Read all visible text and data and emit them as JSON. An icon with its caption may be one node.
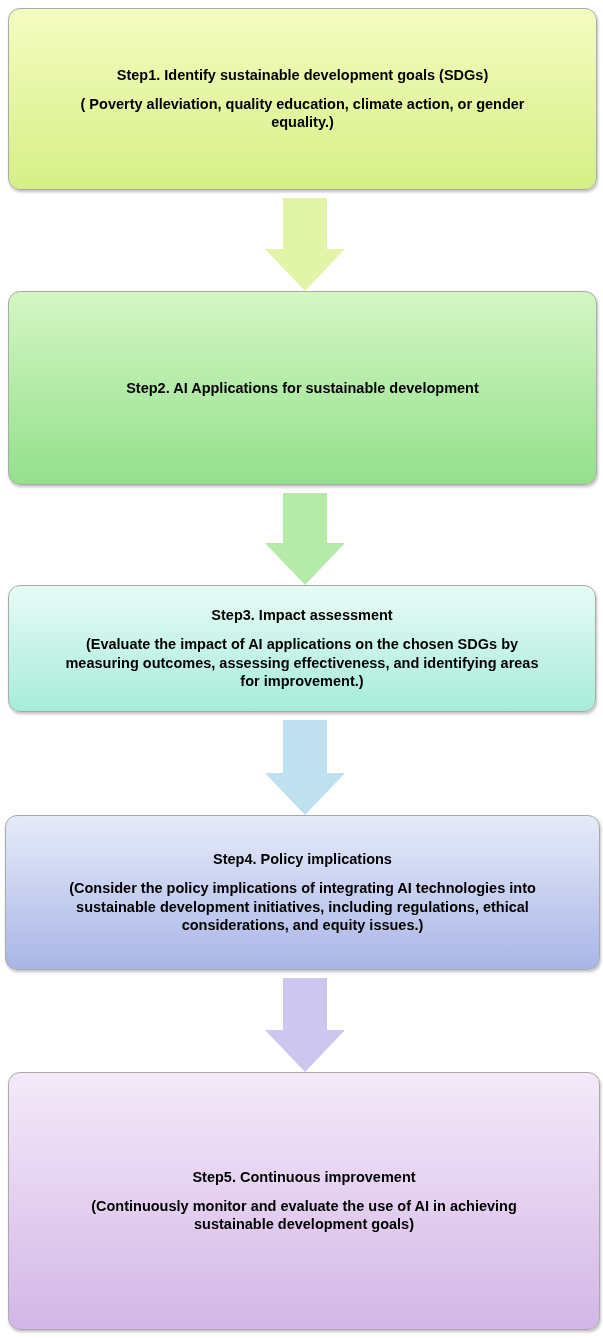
{
  "diagram": {
    "nodes": [
      {
        "text": [
          "Step1. Identify sustainable development goals (SDGs)",
          "( Poverty alleviation, quality education, climate action, or gender equality.)"
        ]
      },
      {
        "text": [
          "Step2. AI Applications for sustainable development"
        ]
      },
      {
        "text": [
          "Step3. Impact assessment",
          "(Evaluate the impact of AI applications on the chosen SDGs by measuring outcomes, assessing effectiveness, and identifying areas for improvement.)"
        ]
      },
      {
        "text": [
          "Step4. Policy implications",
          "(Consider the policy implications of integrating AI technologies into sustainable development initiatives, including regulations, ethical considerations, and equity issues.)"
        ]
      },
      {
        "text": [
          "Step5. Continuous improvement",
          "(Continuously monitor and evaluate the use of AI in achieving sustainable development goals)"
        ]
      }
    ],
    "edges": [
      {
        "from": 0,
        "to": 1,
        "arrow": "to"
      },
      {
        "from": 1,
        "to": 2,
        "arrow": "to"
      },
      {
        "from": 2,
        "to": 3,
        "arrow": "to"
      },
      {
        "from": 3,
        "to": 4,
        "arrow": "to"
      }
    ]
  }
}
